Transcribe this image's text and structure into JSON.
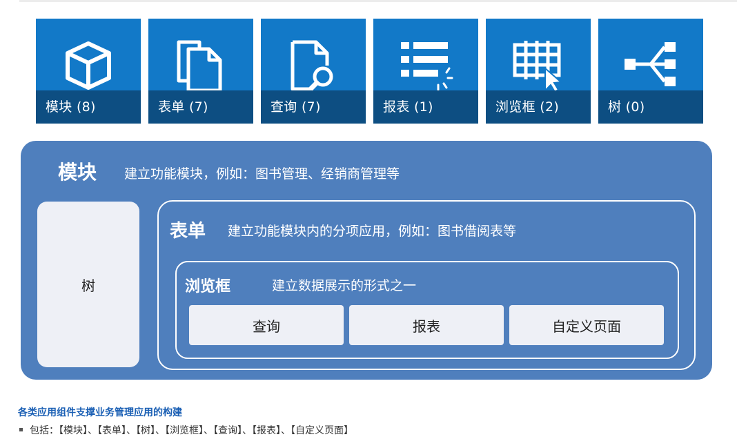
{
  "tiles": [
    {
      "label": "模块 (8)",
      "icon": "cube-icon"
    },
    {
      "label": "表单 (7)",
      "icon": "documents-icon"
    },
    {
      "label": "查询 (7)",
      "icon": "document-search-icon"
    },
    {
      "label": "报表 (1)",
      "icon": "report-list-icon"
    },
    {
      "label": "浏览框 (2)",
      "icon": "grid-cursor-icon"
    },
    {
      "label": "树 (0)",
      "icon": "tree-branch-icon"
    }
  ],
  "diagram": {
    "module": {
      "title": "模块",
      "desc": "建立功能模块，例如：图书管理、经销商管理等"
    },
    "tree": {
      "label": "树"
    },
    "form": {
      "title": "表单",
      "desc": "建立功能模块内的分项应用，例如：图书借阅表等"
    },
    "browse": {
      "title": "浏览框",
      "desc": "建立数据展示的形式之一"
    },
    "buttons": [
      "查询",
      "报表",
      "自定义页面"
    ]
  },
  "footer": {
    "heading": "各类应用组件支撑业务管理应用的构建",
    "includes": "包括：【模块】、【表单】、【树】、【浏览框】、【查询】、【报表】、【自定义页面】"
  },
  "colors": {
    "tile_bg": "#1279c8",
    "tile_caption_bg": "#0d4e82",
    "diagram_bg": "#4f7fbd",
    "box_bg": "#eef0f6",
    "heading_blue": "#1a5fb4"
  }
}
